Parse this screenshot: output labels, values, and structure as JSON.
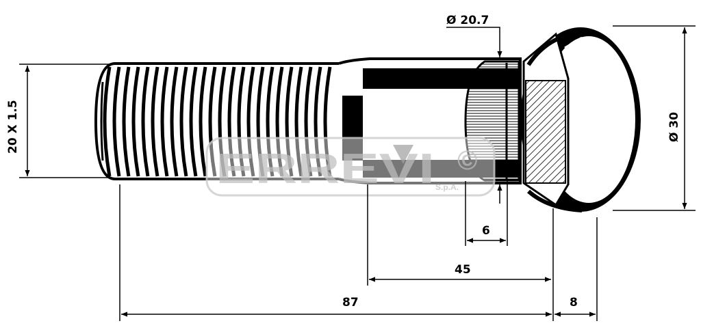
{
  "dimensions": {
    "thread": "20 X 1.5",
    "head_diameter": "Ø 30",
    "knurl_diameter": "Ø 20.7",
    "knurl_length": "6",
    "shank_length": "45",
    "total_length": "87",
    "head_thickness": "8"
  },
  "watermark": {
    "brand": "ERREVI",
    "suffix": "S.p.A.",
    "symbol": "©"
  },
  "colors": {
    "ink": "#000000",
    "watermark": "#c8c8c8"
  }
}
